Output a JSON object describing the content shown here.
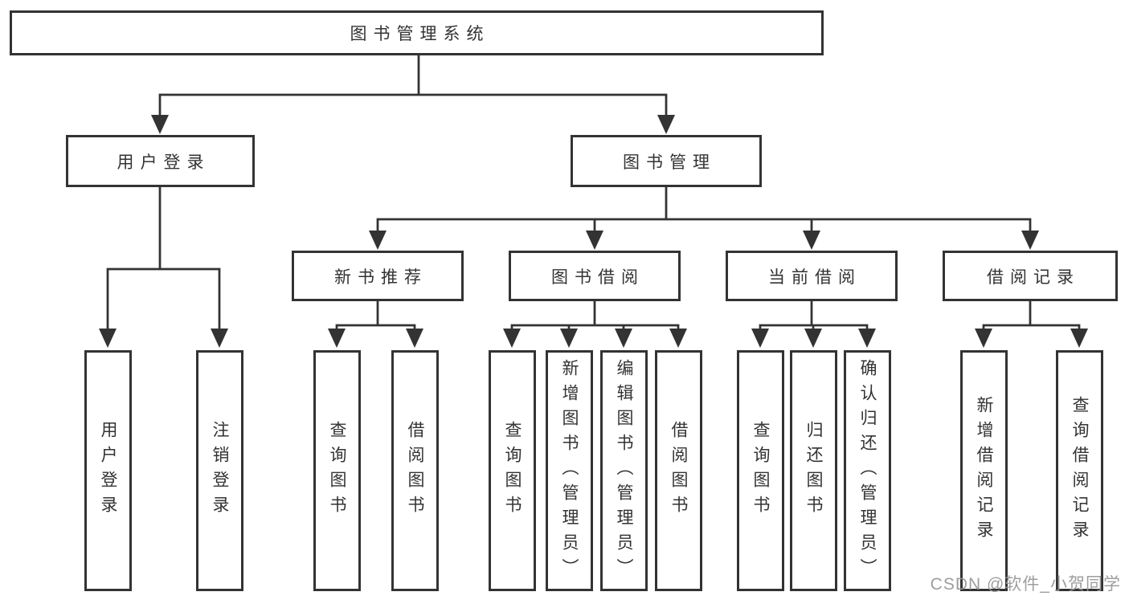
{
  "diagram_type": "hierarchy-tree",
  "colors": {
    "line": "#333333",
    "box_border": "#333333",
    "text": "#333333",
    "background": "#ffffff",
    "watermark_text_color": "#969696"
  },
  "tree": {
    "label": "图书管理系统",
    "children": [
      {
        "label": "用户登录",
        "children": [
          {
            "label": "用户登录"
          },
          {
            "label": "注销登录"
          }
        ]
      },
      {
        "label": "图书管理",
        "children": [
          {
            "label": "新书推荐",
            "children": [
              {
                "label": "查询图书"
              },
              {
                "label": "借阅图书"
              }
            ]
          },
          {
            "label": "图书借阅",
            "children": [
              {
                "label": "查询图书"
              },
              {
                "label": "新增图书（管理员）"
              },
              {
                "label": "编辑图书（管理员）"
              },
              {
                "label": "借阅图书"
              }
            ]
          },
          {
            "label": "当前借阅",
            "children": [
              {
                "label": "查询图书"
              },
              {
                "label": "归还图书"
              },
              {
                "label": "确认归还（管理员）"
              }
            ]
          },
          {
            "label": "借阅记录",
            "children": [
              {
                "label": "新增借阅记录"
              },
              {
                "label": "查询借阅记录"
              }
            ]
          }
        ]
      }
    ]
  },
  "watermark": {
    "text": "CSDN @软件_小贺同学"
  }
}
